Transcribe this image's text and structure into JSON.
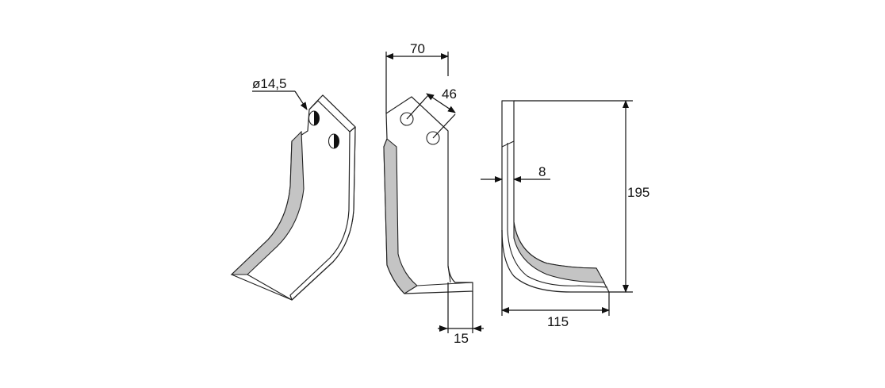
{
  "dimensions": {
    "hole_diameter": "ø14,5",
    "width_top": "70",
    "hole_spacing": "46",
    "thickness": "8",
    "height": "195",
    "base_length": "115",
    "foot_width": "15"
  },
  "colors": {
    "line": "#222222",
    "bevel": "#c4c4c4",
    "fill": "#ffffff"
  }
}
